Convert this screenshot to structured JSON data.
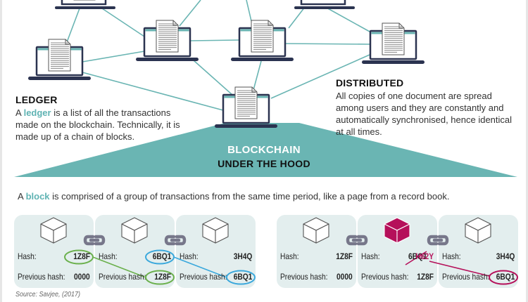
{
  "ledger": {
    "heading": "LEDGER",
    "pre": "A ",
    "highlight": "ledger",
    "line1": " is a list of all the transactions",
    "line2": "made on the blockchain. Technically, it is",
    "line3": "made up of a chain of blocks."
  },
  "distributed": {
    "heading": "DISTRIBUTED",
    "line1": "All copies of one document are spread",
    "line2": "among users and they are constantly and",
    "line3": "automatically synchronised, hence identical",
    "line4": "at all times."
  },
  "banner": {
    "title": "BLOCKCHAIN",
    "subtitle": "UNDER THE HOOD"
  },
  "block_caption": {
    "pre": "A ",
    "highlight": "block",
    "rest": " is comprised of a group of transactions from the same time period, like a page from a record book."
  },
  "labels": {
    "hash": "Hash:",
    "previous_hash": "Previous hash:"
  },
  "valid_chain": {
    "blocks": [
      {
        "hash": "1Z8F",
        "previous_hash": "0000"
      },
      {
        "hash": "6BQ1",
        "previous_hash": "1Z8F"
      },
      {
        "hash": "3H4Q",
        "previous_hash": "6BQ1"
      }
    ]
  },
  "tampered_chain": {
    "blocks": [
      {
        "hash": "1Z8F",
        "previous_hash": "0000"
      },
      {
        "hash": "6BQ1",
        "new_hash": "H62Y",
        "previous_hash": "1Z8F",
        "tampered": true
      },
      {
        "hash": "3H4Q",
        "previous_hash": "6BQ1"
      }
    ]
  },
  "colors": {
    "teal": "#6ab5b3",
    "navy": "#2b3350",
    "block_bg": "#e3eeee",
    "green": "#6ab04c",
    "blue": "#3aa8dc",
    "crimson": "#b5105a",
    "link_gray": "#77778a"
  },
  "source": {
    "label": "Source:",
    "text": " Savjee, (2017)"
  }
}
